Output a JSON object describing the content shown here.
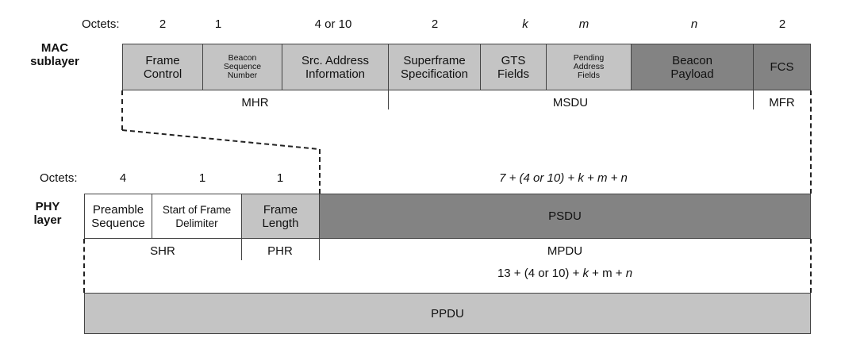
{
  "mac": {
    "octets_label": "Octets:",
    "octets": [
      "2",
      "1",
      "4 or 10",
      "2",
      "k",
      "m",
      "n",
      "2"
    ],
    "layer_label_line1": "MAC",
    "layer_label_line2": "sublayer",
    "fields": {
      "frame_control": [
        "Frame",
        "Control"
      ],
      "beacon_seq": [
        "Beacon",
        "Sequence",
        "Number"
      ],
      "src_addr": [
        "Src. Address",
        "Information"
      ],
      "superframe": [
        "Superframe",
        "Specification"
      ],
      "gts": [
        "GTS",
        "Fields"
      ],
      "pending": [
        "Pending",
        "Address",
        "Fields"
      ],
      "beacon_payload": [
        "Beacon",
        "Payload"
      ],
      "fcs": "FCS"
    },
    "groups": {
      "mhr": "MHR",
      "msdu": "MSDU",
      "mfr": "MFR"
    }
  },
  "phy": {
    "octets_label": "Octets:",
    "octets": [
      "4",
      "1",
      "1"
    ],
    "psdu_octets": [
      "7 + (4 or 10)",
      " + k + m + n"
    ],
    "layer_label_line1": "PHY",
    "layer_label_line2": "layer",
    "fields": {
      "preamble": [
        "Preamble",
        "Sequence"
      ],
      "sfd": [
        "Start of Frame",
        "Delimiter"
      ],
      "frame_length": [
        "Frame",
        "Length"
      ],
      "psdu": "PSDU"
    },
    "groups": {
      "shr": "SHR",
      "phr": "PHR",
      "mpdu": "MPDU"
    },
    "mpdu_size": [
      "13 + (4 or 10) + ",
      "k",
      " + m + ",
      "n"
    ],
    "ppdu": "PPDU"
  },
  "colors": {
    "light_gray": "#c4c4c4",
    "dark_gray": "#838383",
    "border": "#444444"
  }
}
